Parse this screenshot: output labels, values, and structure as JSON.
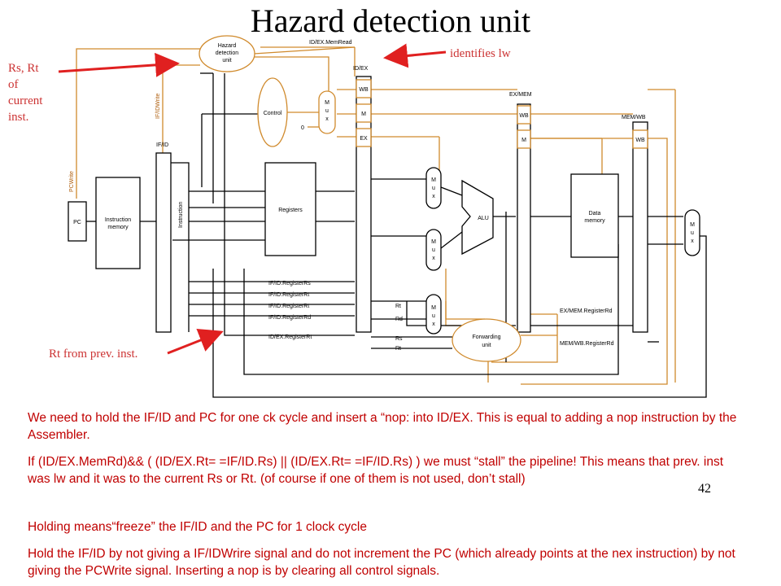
{
  "title": "Hazard detection unit",
  "page_number": "42",
  "annotations": {
    "identifies_lw": "identifies lw",
    "rs_rt_current": [
      "Rs, Rt",
      "of",
      "current",
      "inst."
    ],
    "rt_prev": "Rt from prev. inst."
  },
  "diagram": {
    "hazard_unit": [
      "Hazard",
      "detection",
      "unit"
    ],
    "idex_memread": "ID/EX.MemRead",
    "ifid_write": "IF/IDWrite",
    "pc_write": "PCWrite",
    "control": "Control",
    "zero": "0",
    "mux_label": [
      "M",
      "u",
      "x"
    ],
    "pc": "PC",
    "instruction_memory": [
      "Instruction",
      "memory"
    ],
    "instruction": "Instruction",
    "registers": "Registers",
    "alu": "ALU",
    "data_memory": [
      "Data",
      "memory"
    ],
    "forwarding_unit": [
      "Forwarding",
      "unit"
    ],
    "if_id": "IF/ID",
    "id_ex": "ID/EX",
    "ex_mem": "EX/MEM",
    "mem_wb": "MEM/WB",
    "wb": "WB",
    "m": "M",
    "ex": "EX",
    "ifid_rs": "IF/ID.RegisterRs",
    "ifid_rt_1": "IF/ID.RegisterRt",
    "ifid_rt_2": "IF/ID.RegisterRt",
    "ifid_rd": "IF/ID.RegisterRd",
    "idex_rt": "ID/EX.RegisterRt",
    "rt_1": "Rt",
    "rd": "Rd",
    "rs": "Rs",
    "rt_2": "Rt",
    "exmem_rd": "EX/MEM.RegisterRd",
    "memwb_rd": "MEM/WB.RegisterRd"
  },
  "paragraphs": [
    "We need to hold the IF/ID and PC  for one ck cycle and insert a “nop: into ID/EX. This is equal to adding a nop instruction by the Assembler.",
    "If  (ID/EX.MemRd)&& ( (ID/EX.Rt= =IF/ID.Rs) || (ID/EX.Rt= =IF/ID.Rs) )  we must “stall” the pipeline! This means that prev. inst was lw  and it was to the current Rs or Rt.  (of course if one of them is not used, don’t stall)",
    "Holding means“freeze” the IF/ID and the PC for 1 clock cycle",
    "Hold the IF/ID by not giving a IF/IDWrire signal and do not increment the PC (which already points at the nex instruction) by not giving the PCWrite signal.      Inserting a nop is by clearing all control signals."
  ],
  "colors": {
    "control_lines": "#d08a2c",
    "annotation_red": "#e02020",
    "text_red": "#c00000"
  }
}
